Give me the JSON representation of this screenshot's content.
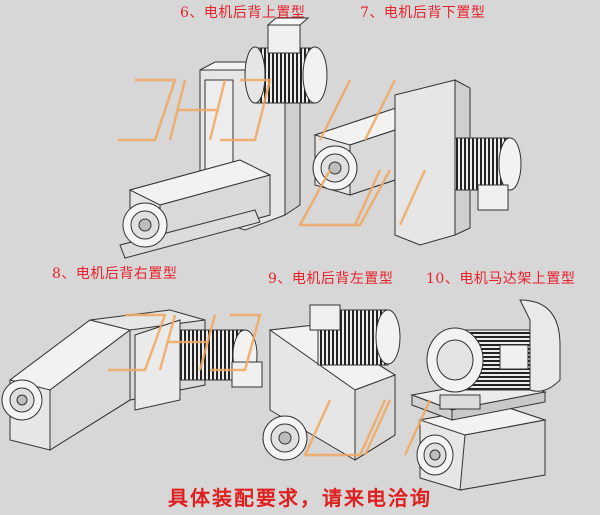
{
  "labels": {
    "type6": "6、电机后背上置型",
    "type7": "7、电机后背下置型",
    "type8": "8、电机后背右置型",
    "type9": "9、电机后背左置型",
    "type10": "10、电机马达架上置型"
  },
  "footer": "具体装配要求，请来电洽询",
  "watermark": "JHJ",
  "colors": {
    "background": "#d7d7d7",
    "label_red": "#e8222b",
    "line": "#333333",
    "body_fill": "#e6e6e6",
    "watermark": "#f0a860"
  }
}
